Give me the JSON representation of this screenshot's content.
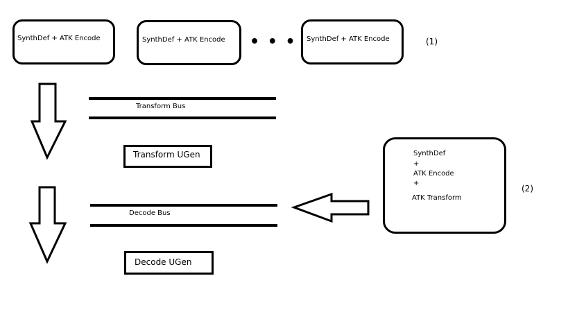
{
  "encoders": [
    {
      "label": "SynthDef + ATK Encode"
    },
    {
      "label": "SynthDef + ATK Encode"
    },
    {
      "label": "SynthDef + ATK Encode"
    }
  ],
  "ellipsis": "• • •",
  "marker_1": "(1)",
  "transform_bus_label": "Transform Bus",
  "transform_ugen_label": "Transform UGen",
  "decode_bus_label": "Decode Bus",
  "decode_ugen_label": "Decode UGen",
  "combo_box": {
    "line1": "SynthDef",
    "plus1": "+",
    "line2": "ATK Encode",
    "plus2": "+",
    "line3": "ATK Transform"
  },
  "marker_2": "(2)",
  "colors": {
    "stroke": "#000000",
    "background": "#ffffff"
  }
}
